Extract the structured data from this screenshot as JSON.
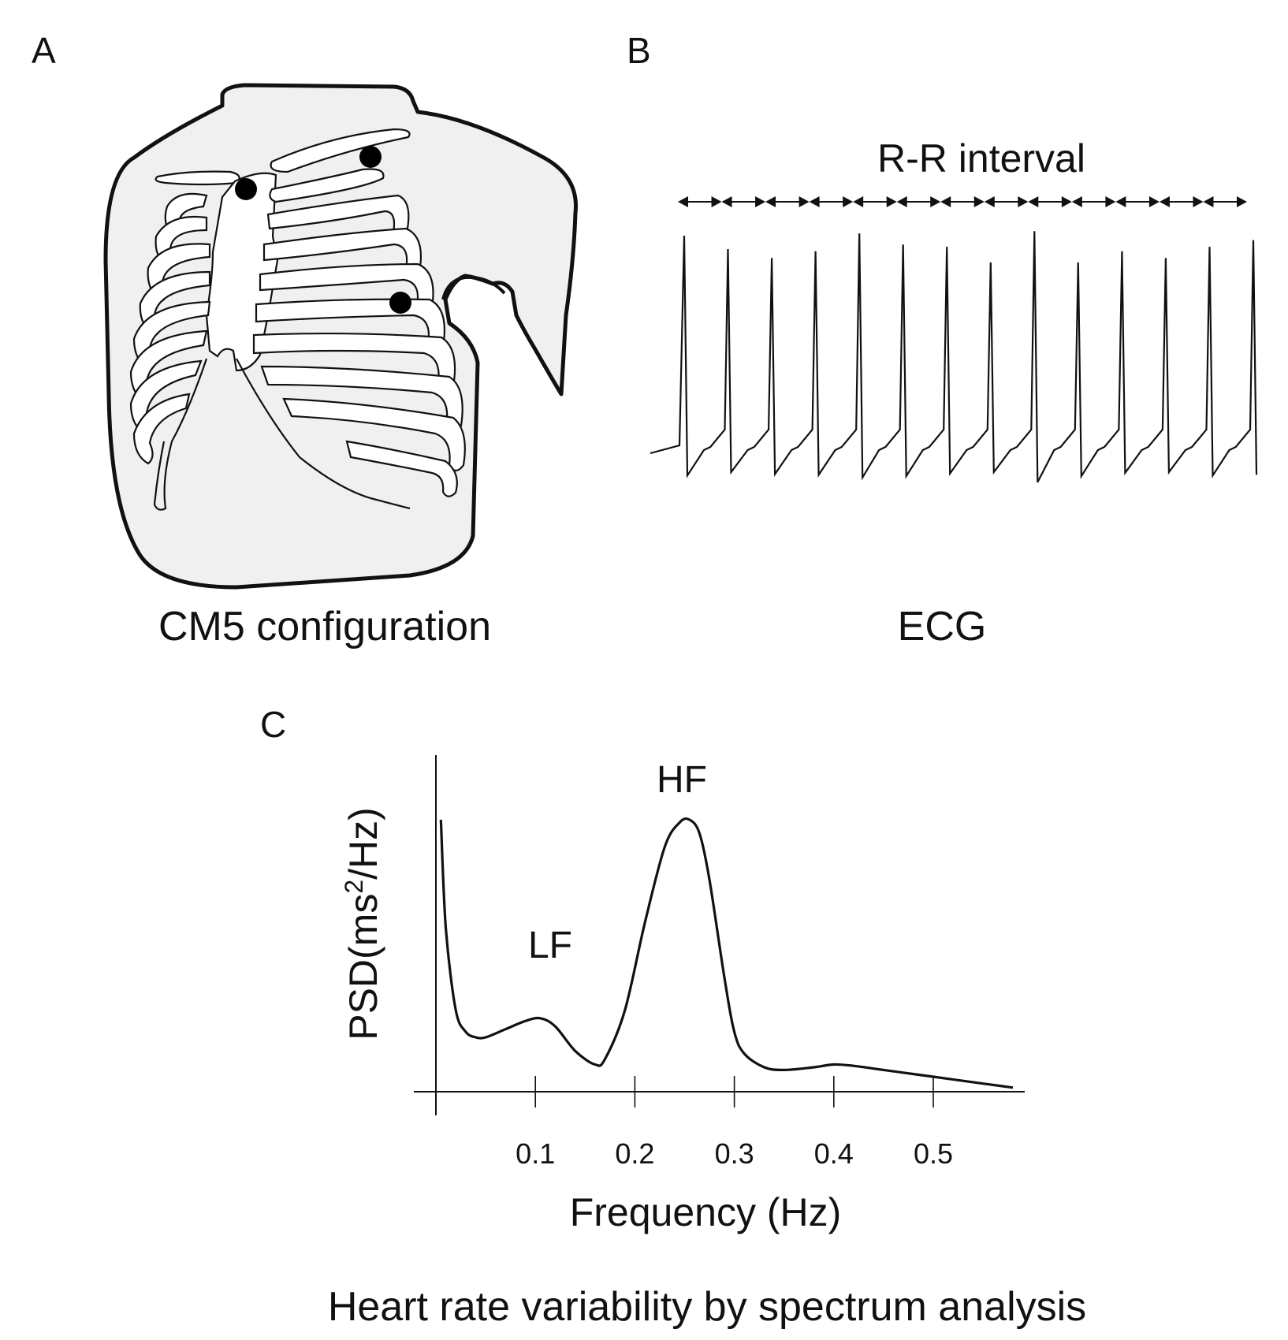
{
  "panels": {
    "a": {
      "letter": "A",
      "caption": "CM5 configuration",
      "electrodes": 3,
      "colors": {
        "torso_fill": "#f0f0f0",
        "line": "#111111",
        "electrode": "#000000"
      }
    },
    "b": {
      "letter": "B",
      "interval_label": "R-R interval",
      "caption": "ECG",
      "beat_count": 14,
      "beat_heights": [
        0.94,
        0.88,
        0.84,
        0.87,
        0.95,
        0.9,
        0.89,
        0.82,
        0.96,
        0.82,
        0.87,
        0.84,
        0.89,
        0.92
      ],
      "beat_depths": [
        0.45,
        0.4,
        0.43,
        0.44,
        0.48,
        0.46,
        0.42,
        0.4,
        0.55,
        0.46,
        0.41,
        0.4,
        0.45,
        0.44
      ]
    },
    "c": {
      "letter": "C",
      "ylabel_main": "PSD(ms",
      "ylabel_sup": "2",
      "ylabel_tail": "/Hz)",
      "xlabel": "Frequency (Hz)",
      "peak_lf": "LF",
      "peak_hf": "HF",
      "caption": "Heart rate variability by spectrum analysis"
    }
  },
  "chart_data": {
    "type": "line",
    "title": "",
    "xlabel": "Frequency (Hz)",
    "ylabel": "PSD(ms2/Hz)",
    "x_ticks": [
      "0.1",
      "0.2",
      "0.3",
      "0.4",
      "0.5"
    ],
    "xlim": [
      0,
      0.6
    ],
    "ylim": [
      0,
      1
    ],
    "grid": false,
    "series": [
      {
        "x": [
          0.005,
          0.01,
          0.02,
          0.03,
          0.04,
          0.05,
          0.07,
          0.09,
          0.105,
          0.12,
          0.14,
          0.16,
          0.17,
          0.19,
          0.21,
          0.23,
          0.245,
          0.255,
          0.265,
          0.275,
          0.29,
          0.3,
          0.31,
          0.33,
          0.35,
          0.38,
          0.4,
          0.42,
          0.45,
          0.5,
          0.55,
          0.58
        ],
        "y": [
          1.0,
          0.6,
          0.3,
          0.22,
          0.2,
          0.2,
          0.23,
          0.26,
          0.27,
          0.24,
          0.15,
          0.1,
          0.12,
          0.3,
          0.62,
          0.9,
          0.99,
          1.0,
          0.95,
          0.78,
          0.42,
          0.22,
          0.14,
          0.09,
          0.08,
          0.09,
          0.1,
          0.095,
          0.08,
          0.055,
          0.03,
          0.015
        ]
      }
    ]
  }
}
